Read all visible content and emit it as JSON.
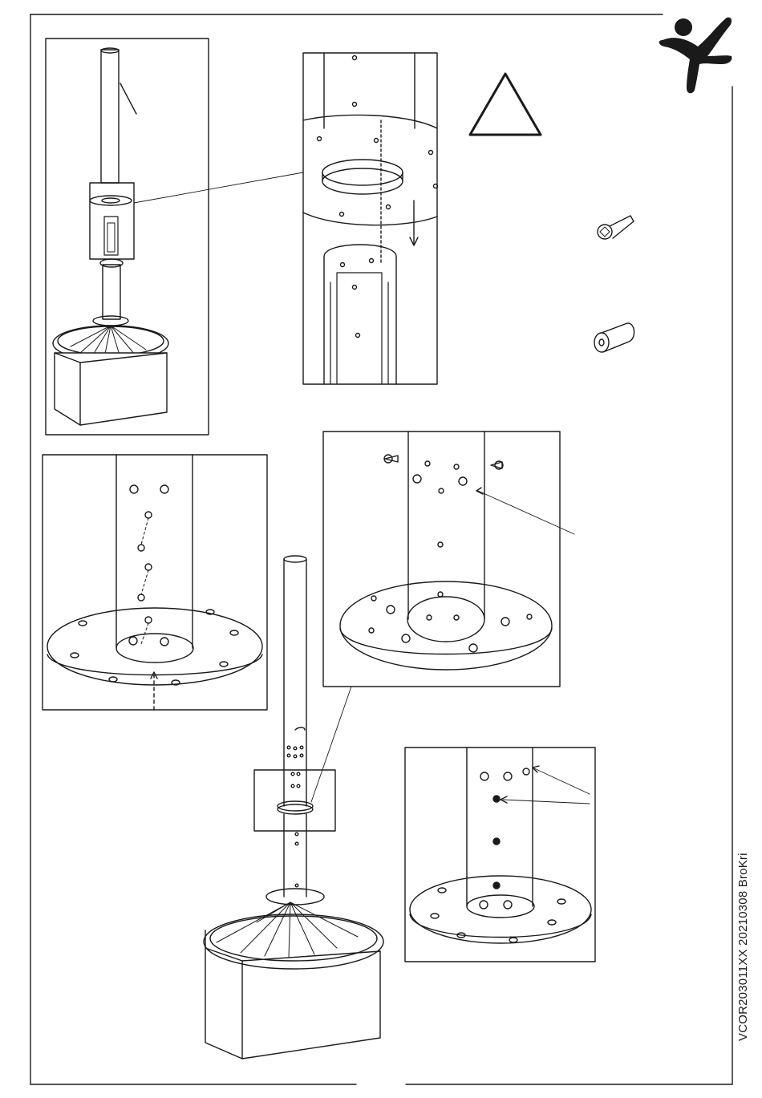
{
  "document": {
    "code": "VCOR203011XX 20210308 BroKri",
    "brand_icon": "jumping-figure-logo",
    "warning_icon": "warning-triangle-icon",
    "parts": [
      {
        "icon": "torx-bolt-icon"
      },
      {
        "icon": "spacer-sleeve-icon"
      }
    ],
    "steps": [
      {
        "icon": "assembly-overview-image"
      },
      {
        "icon": "flange-detail-image"
      },
      {
        "icon": "flange-screws-top-image"
      },
      {
        "icon": "flange-bolts-side-image"
      },
      {
        "icon": "pole-base-assembly-image"
      },
      {
        "icon": "finished-joint-image"
      }
    ]
  }
}
